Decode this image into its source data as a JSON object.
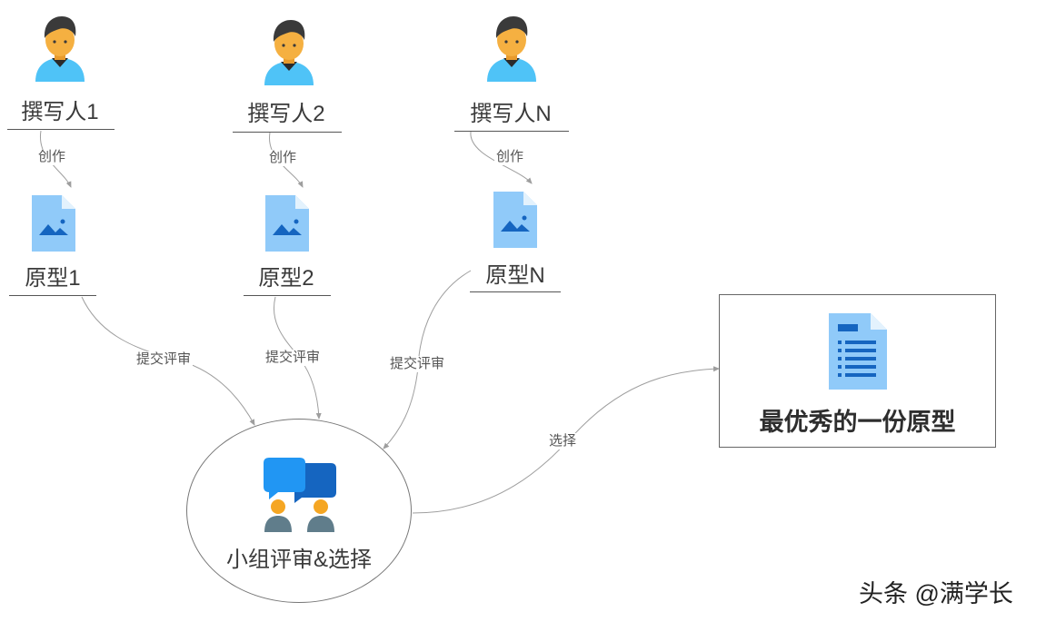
{
  "writers": [
    {
      "name": "撰写人1",
      "edge_label": "创作",
      "prototype": "原型1"
    },
    {
      "name": "撰写人2",
      "edge_label": "创作",
      "prototype": "原型2"
    },
    {
      "name": "撰写人N",
      "edge_label": "创作",
      "prototype": "原型N"
    }
  ],
  "submit_label": "提交评审",
  "review": {
    "label": "小组评审&选择",
    "edge_label": "选择"
  },
  "result": {
    "title": "最优秀的一份原型"
  },
  "watermark": "头条 @满学长",
  "colors": {
    "person_skin": "#F5B041",
    "person_hair": "#3A3A3A",
    "person_shirt": "#4FC3F7",
    "file_light": "#90CAF9",
    "file_dark": "#1565C0",
    "bubble_light": "#2196F3",
    "bubble_dark": "#1565C0",
    "connector": "#9E9E9E"
  },
  "icons": [
    "person-icon",
    "image-file-icon",
    "group-chat-icon",
    "document-icon"
  ]
}
